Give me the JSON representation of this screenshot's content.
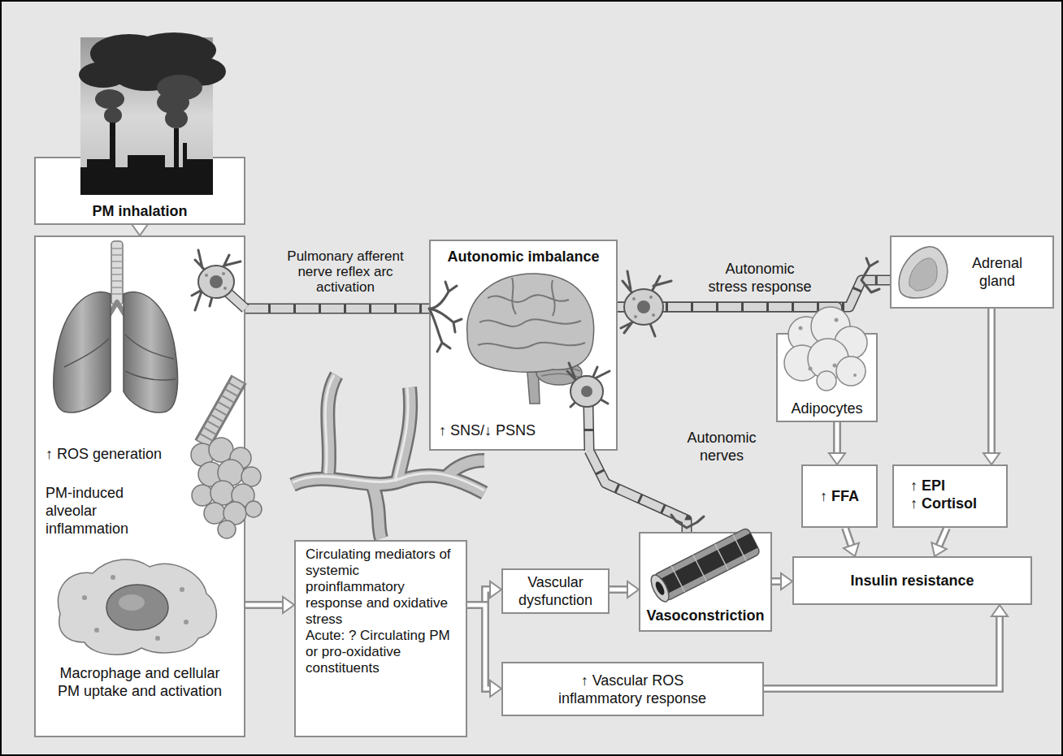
{
  "diagram": {
    "nodes": [
      {
        "text": [
          "PM inhalation"
        ]
      },
      {
        "text": [
          "↑ ROS generation",
          "PM-induced alveolar inflammation",
          "Macrophage and cellular PM uptake and activation"
        ]
      },
      {
        "text": [
          "Autonomic imbalance",
          "↑ SNS/↓ PSNS"
        ]
      },
      {
        "text": [
          "Adrenal gland"
        ]
      },
      {
        "text": [
          "Adipocytes"
        ]
      },
      {
        "text": [
          "Circulating mediators of systemic proinflammatory response and oxidative stress",
          "Acute: ? Circulating PM or pro-oxidative constituents"
        ]
      },
      {
        "text": [
          "Vascular dysfunction"
        ]
      },
      {
        "text": [
          "Vasoconstriction"
        ]
      },
      {
        "text": [
          "↑ FFA"
        ]
      },
      {
        "text": [
          "↑ EPI",
          "↑ Cortisol"
        ]
      },
      {
        "text": [
          "Insulin resistance"
        ]
      },
      {
        "text": [
          "↑ Vascular ROS inflammatory response"
        ]
      }
    ],
    "edges": [
      {
        "from": 0,
        "to": 1,
        "arrow": "to"
      },
      {
        "from": 1,
        "to": 2,
        "label": "Pulmonary afferent nerve reflex arc activation",
        "arrow": "none"
      },
      {
        "from": 2,
        "to": 3,
        "label": "Autonomic stress response",
        "arrow": "none"
      },
      {
        "from": 2,
        "to": 4,
        "arrow": "none"
      },
      {
        "from": 2,
        "to": 7,
        "label": "Autonomic nerves",
        "arrow": "none"
      },
      {
        "from": 1,
        "to": 5,
        "arrow": "to"
      },
      {
        "from": 5,
        "to": 6,
        "arrow": "to"
      },
      {
        "from": 5,
        "to": 11,
        "arrow": "to"
      },
      {
        "from": 6,
        "to": 7,
        "arrow": "to"
      },
      {
        "from": 7,
        "to": 10,
        "arrow": "to"
      },
      {
        "from": 4,
        "to": 8,
        "arrow": "to"
      },
      {
        "from": 3,
        "to": 9,
        "arrow": "to"
      },
      {
        "from": 8,
        "to": 10,
        "arrow": "to"
      },
      {
        "from": 9,
        "to": 10,
        "arrow": "to"
      },
      {
        "from": 11,
        "to": 10,
        "arrow": "to"
      }
    ]
  }
}
